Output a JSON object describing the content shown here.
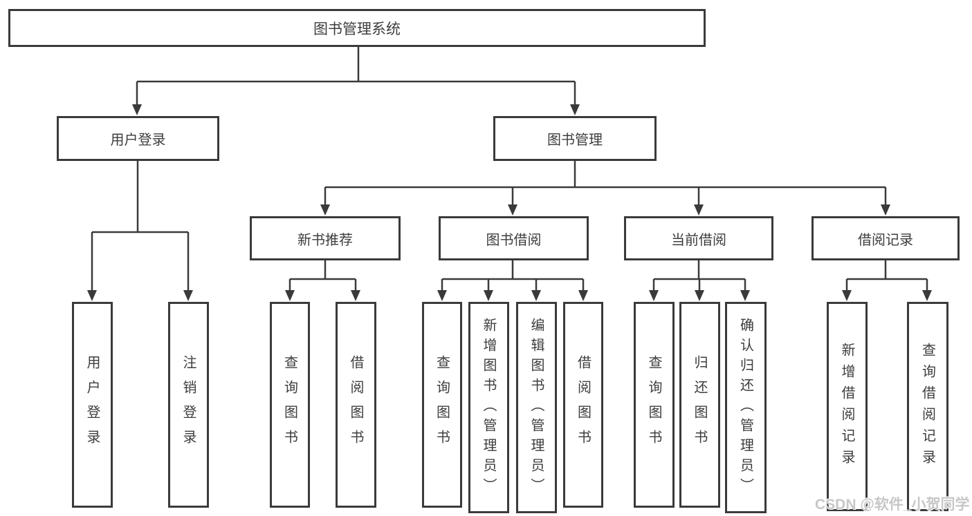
{
  "tree": {
    "root": {
      "label": "图书管理系统",
      "children": [
        {
          "label": "用户登录",
          "children": [
            {
              "label": "用户登录"
            },
            {
              "label": "注销登录"
            }
          ]
        },
        {
          "label": "图书管理",
          "children": [
            {
              "label": "新书推荐",
              "children": [
                {
                  "label": "查询图书"
                },
                {
                  "label": "借阅图书"
                }
              ]
            },
            {
              "label": "图书借阅",
              "children": [
                {
                  "label": "查询图书"
                },
                {
                  "label": "新增图书（管理员）"
                },
                {
                  "label": "编辑图书（管理员）"
                },
                {
                  "label": "借阅图书"
                }
              ]
            },
            {
              "label": "当前借阅",
              "children": [
                {
                  "label": "查询图书"
                },
                {
                  "label": "归还图书"
                },
                {
                  "label": "确认归还（管理员）"
                }
              ]
            },
            {
              "label": "借阅记录",
              "children": [
                {
                  "label": "新增借阅记录"
                },
                {
                  "label": "查询借阅记录"
                }
              ]
            }
          ]
        }
      ]
    }
  },
  "watermark": "CSDN @软件_小贺同学",
  "colors": {
    "line": "#3a3a3a",
    "box_border": "#3a3a3a",
    "text": "#3d3d3d",
    "watermark": "#c7c7c7",
    "background": "#ffffff"
  }
}
